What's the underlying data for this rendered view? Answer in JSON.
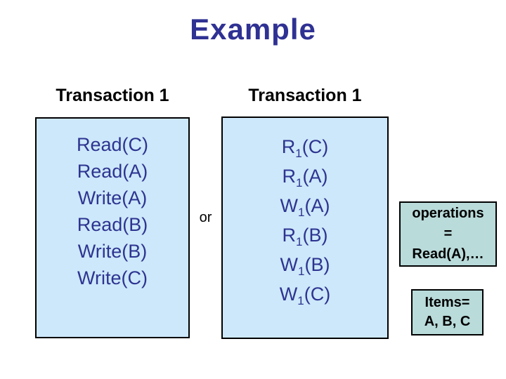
{
  "title": "Example",
  "columns": {
    "left": {
      "header": "Transaction 1",
      "operations": [
        "Read(C)",
        "Read(A)",
        "Write(A)",
        "Read(B)",
        "Write(B)",
        "Write(C)"
      ]
    },
    "right": {
      "header": "Transaction 1",
      "operations": [
        {
          "base": "R",
          "sub": "1",
          "arg": "(C)"
        },
        {
          "base": "R",
          "sub": "1",
          "arg": "(A)"
        },
        {
          "base": "W",
          "sub": "1",
          "arg": "(A)"
        },
        {
          "base": "R",
          "sub": "1",
          "arg": "(B)"
        },
        {
          "base": "W",
          "sub": "1",
          "arg": "(B)"
        },
        {
          "base": "W",
          "sub": "1",
          "arg": "(C)"
        }
      ]
    },
    "connector": "or"
  },
  "side_notes": {
    "operations_note": {
      "lines": [
        "operations",
        "=",
        "Read(A),…"
      ]
    },
    "items_note": {
      "lines": [
        "Items=",
        "A, B, C"
      ]
    }
  },
  "colors": {
    "title_text": "#2f3193",
    "box_fill": "#cde8fa",
    "box_text": "#2d3491",
    "note_fill": "#b9dbda",
    "border": "#000000"
  }
}
